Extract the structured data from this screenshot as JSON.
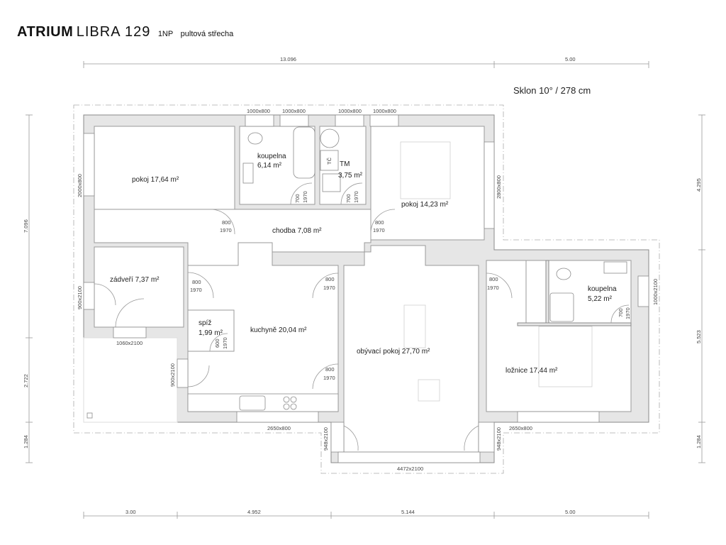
{
  "title": {
    "brand": "ATRIUM",
    "model": "LIBRA 129",
    "floor": "1NP",
    "roof": "pultová střecha"
  },
  "slope": "Sklon 10° / 278 cm",
  "rooms": {
    "pokoj1": "pokoj 17,64 m²",
    "koupelna1_name": "koupelna",
    "koupelna1_area": "6,14 m²",
    "tm_name": "TM",
    "tm_area": "3,75 m²",
    "tc": "TČ",
    "pokoj2": "pokoj 14,23 m²",
    "chodba": "chodba 7,08 m²",
    "zadveri": "zádveří 7,37 m²",
    "spiz_name": "spíž",
    "spiz_area": "1,99 m²",
    "kuchyne": "kuchyně 20,04 m²",
    "obyvaci": "obývací pokoj 27,70 m²",
    "loznice": "ložnice 17,44 m²",
    "koupelna2_name": "koupelna",
    "koupelna2_area": "5,22 m²"
  },
  "windows": {
    "top1": "1000x800",
    "top2": "1000x800",
    "top3": "1000x800",
    "top4": "1000x800",
    "pokoj1_left": "2000x800",
    "pokoj2_right": "2800x800",
    "zadveri_left": "900x2100",
    "zadveri_bottom": "1060x2100",
    "kitchen_left": "900x2100",
    "kitchen_bottom": "2650x800",
    "living_left": "948x2100",
    "living_right": "948x2100",
    "living_bottom": "4472x2100",
    "bedroom_bottom": "2650x800",
    "bath2_right": "1000x2100"
  },
  "doors": {
    "d800": "800",
    "d700": "700",
    "d600": "600",
    "h1970": "1970"
  },
  "dimensions": {
    "top": [
      "13.096",
      "5.00"
    ],
    "bottom": [
      "3.00",
      "4.952",
      "5.144",
      "5.00"
    ],
    "left": [
      "7.096",
      "2.722",
      "1.284"
    ],
    "right": [
      "4.295",
      "5.523",
      "1.284"
    ]
  }
}
